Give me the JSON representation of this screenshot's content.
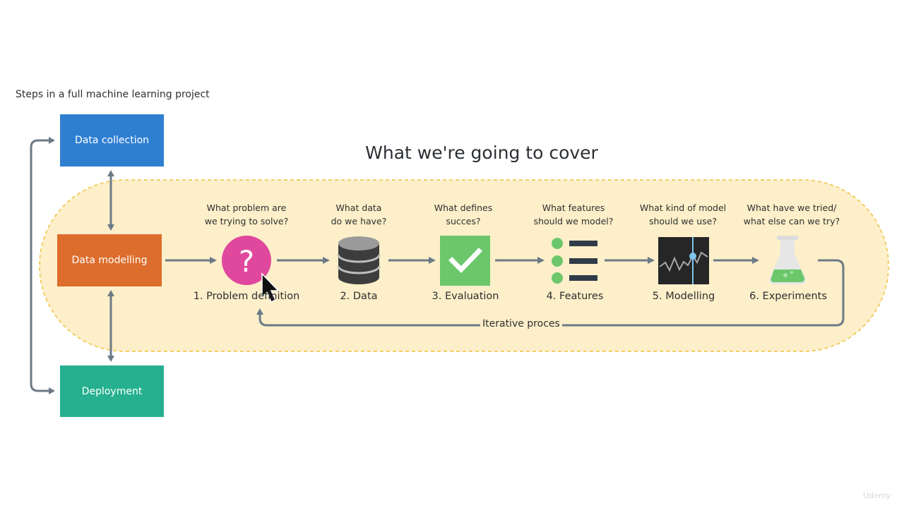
{
  "header": {
    "title": "Steps in a full machine learning project"
  },
  "left_flow": {
    "collection_label": "Data collection",
    "modelling_label": "Data modelling",
    "deployment_label": "Deployment",
    "colors": {
      "collection": "#2f7fd1",
      "modelling": "#dd6d2c",
      "deployment": "#26b08f"
    }
  },
  "cover": {
    "title": "What we're going to cover",
    "region_color": "#fcefc9",
    "steps": [
      {
        "question": "What problem are\nwe trying to solve?",
        "label": "1. Problem definition",
        "icon": "question-icon"
      },
      {
        "question": "What data\ndo we have?",
        "label": "2. Data",
        "icon": "database-icon"
      },
      {
        "question": "What defines\nsucces?",
        "label": "3. Evaluation",
        "icon": "checkmark-icon"
      },
      {
        "question": "What features\nshould we model?",
        "label": "4. Features",
        "icon": "feature-list-icon"
      },
      {
        "question": "What kind of model\nshould we use?",
        "label": "5. Modelling",
        "icon": "model-chart-icon"
      },
      {
        "question": "What have we tried/\nwhat else can we try?",
        "label": "6. Experiments",
        "icon": "flask-icon"
      }
    ],
    "loop_label": "Iterative proces"
  },
  "watermark": "Udemy"
}
